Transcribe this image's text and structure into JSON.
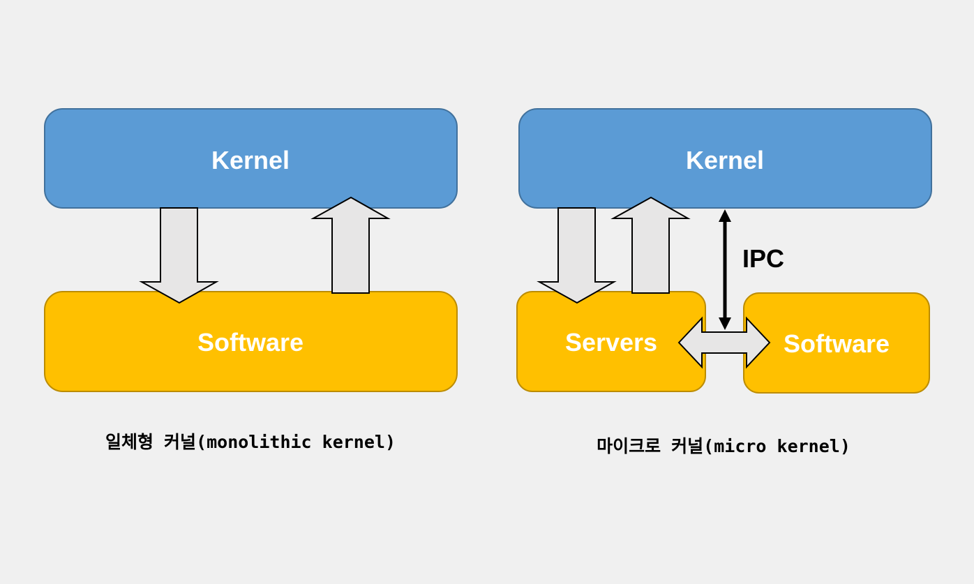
{
  "colors": {
    "kernel_fill": "#5b9bd5",
    "kernel_stroke": "#41719c",
    "software_fill": "#ffc000",
    "software_stroke": "#bc8c00",
    "arrow_fill": "#e7e6e6",
    "arrow_stroke": "#000000",
    "background": "#f0f0f0"
  },
  "monolithic": {
    "kernel_label": "Kernel",
    "software_label": "Software",
    "caption": "일체형 커널(monolithic kernel)"
  },
  "micro": {
    "kernel_label": "Kernel",
    "servers_label": "Servers",
    "software_label": "Software",
    "ipc_label": "IPC",
    "caption": "마이크로 커널(micro kernel)"
  }
}
